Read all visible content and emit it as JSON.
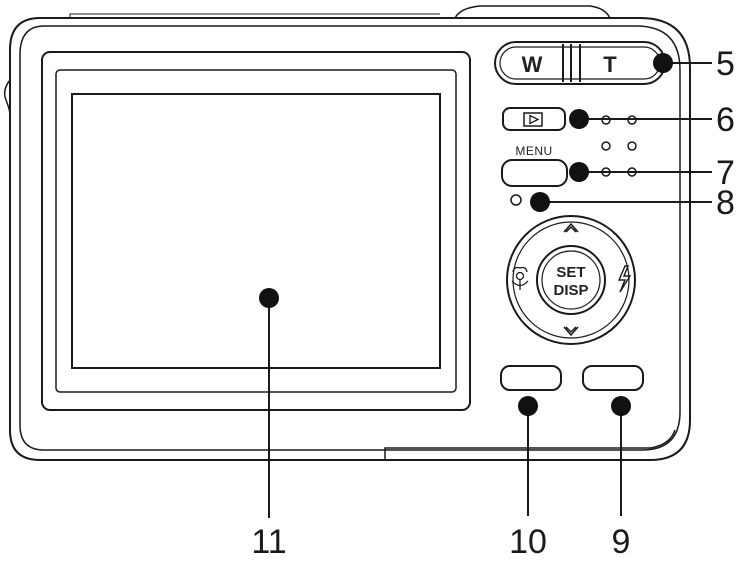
{
  "camera": {
    "zoom_wide_label": "W",
    "zoom_tele_label": "T",
    "menu_label": "MENU",
    "set_label": "SET",
    "disp_label": "DISP",
    "up_symbol": "^",
    "down_symbol": "v",
    "left_icon": "macro-flower-icon",
    "right_icon": "flash-bolt-icon",
    "playback_icon": "play-triangle-icon"
  },
  "callouts": [
    {
      "id": "5",
      "label": "5"
    },
    {
      "id": "6",
      "label": "6"
    },
    {
      "id": "7",
      "label": "7"
    },
    {
      "id": "8",
      "label": "8"
    },
    {
      "id": "9",
      "label": "9"
    },
    {
      "id": "10",
      "label": "10"
    },
    {
      "id": "11",
      "label": "11"
    }
  ],
  "colors": {
    "line": "#1a1a1a",
    "dot": "#111111",
    "background": "#ffffff"
  }
}
